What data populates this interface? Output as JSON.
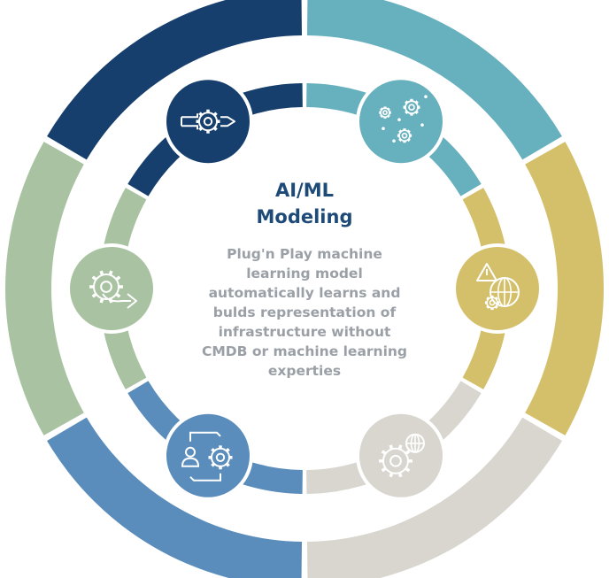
{
  "center": {
    "title_line1": "AI/ML",
    "title_line2": "Modeling",
    "description_lines": [
      "Plug'n Play machine",
      "learning model",
      "automatically learns and",
      "bulds representation of",
      "infrastructure without",
      "CMDB or machine learning",
      "experties"
    ]
  },
  "colors": {
    "dark_blue": "#173f6e",
    "teal": "#67b0be",
    "gold": "#d4c06a",
    "light_gray": "#d8d6cf",
    "mid_blue": "#5a8dbc",
    "sage": "#a9c3a2",
    "title_text": "#1e4a78",
    "description_text": "#9aa0a6"
  },
  "icons": [
    {
      "name": "gear-arrow-icon",
      "color": "#173f6e"
    },
    {
      "name": "sparkle-gears-icon",
      "color": "#67b0be"
    },
    {
      "name": "warning-globe-gear-icon",
      "color": "#d4c06a"
    },
    {
      "name": "gear-globe-icon",
      "color": "#d8d6cf"
    },
    {
      "name": "user-gear-cycle-icon",
      "color": "#5a8dbc"
    },
    {
      "name": "gear-cycle-arrow-icon",
      "color": "#a9c3a2"
    }
  ]
}
